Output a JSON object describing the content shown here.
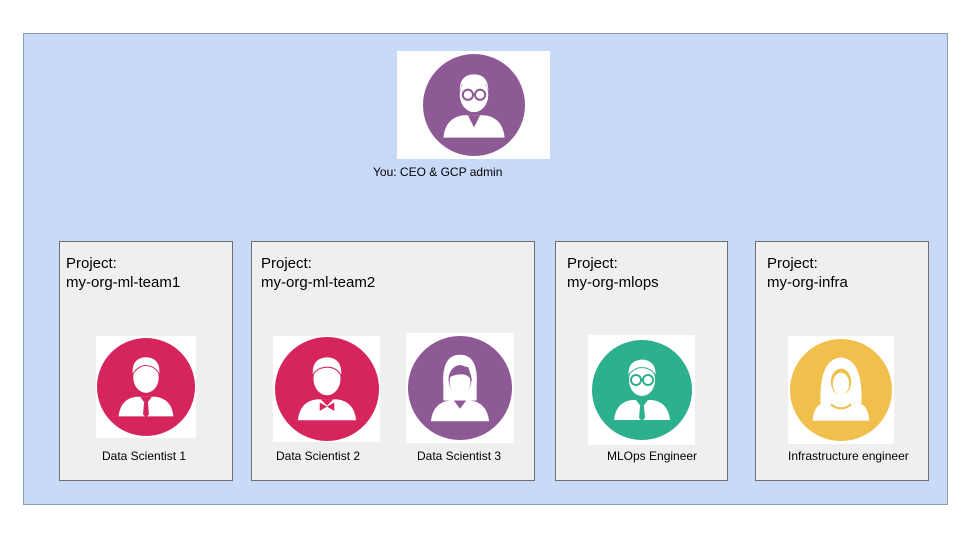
{
  "admin": {
    "caption": "You: CEO & GCP admin",
    "avatar": {
      "icon": "man-with-glasses-icon",
      "color": "#8e5a96"
    }
  },
  "projects": [
    {
      "label": "Project:",
      "name": "my-org-ml-team1",
      "members": [
        {
          "caption": "Data Scientist 1",
          "icon": "man-with-tie-icon",
          "color": "#d6245c"
        }
      ]
    },
    {
      "label": "Project:",
      "name": "my-org-ml-team2",
      "members": [
        {
          "caption": "Data Scientist 2",
          "icon": "man-with-bowtie-icon",
          "color": "#d6245c"
        },
        {
          "caption": "Data Scientist 3",
          "icon": "woman-icon",
          "color": "#8e5a96"
        }
      ]
    },
    {
      "label": "Project:",
      "name": "my-org-mlops",
      "members": [
        {
          "caption": "MLOps Engineer",
          "icon": "man-with-glasses-and-tie-icon",
          "color": "#2db08e"
        }
      ]
    },
    {
      "label": "Project:",
      "name": "my-org-infra",
      "members": [
        {
          "caption": "Infrastructure engineer",
          "icon": "woman-with-hijab-icon",
          "color": "#f0bf4c"
        }
      ]
    }
  ]
}
